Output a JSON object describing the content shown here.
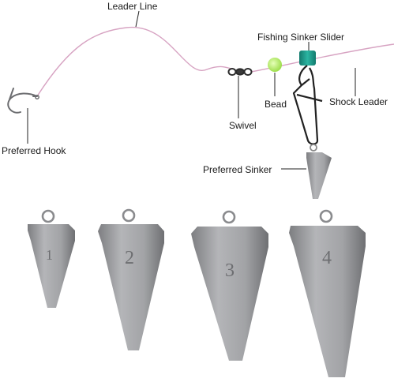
{
  "labels": {
    "leader_line": "Leader Line",
    "fishing_sinker_slider": "Fishing Sinker Slider",
    "bead": "Bead",
    "shock_leader": "Shock Leader",
    "swivel": "Swivel",
    "preferred_hook": "Preferred Hook",
    "preferred_sinker": "Preferred Sinker"
  },
  "sinker_sizes": [
    "1",
    "2",
    "3",
    "4"
  ],
  "colors": {
    "line": "#d7a3c2",
    "slider": "#1f9c8c",
    "bead": "#b8f06a",
    "lead": "#9a9b9e",
    "wire": "#2b2b2b",
    "text": "#1a1a1a"
  }
}
